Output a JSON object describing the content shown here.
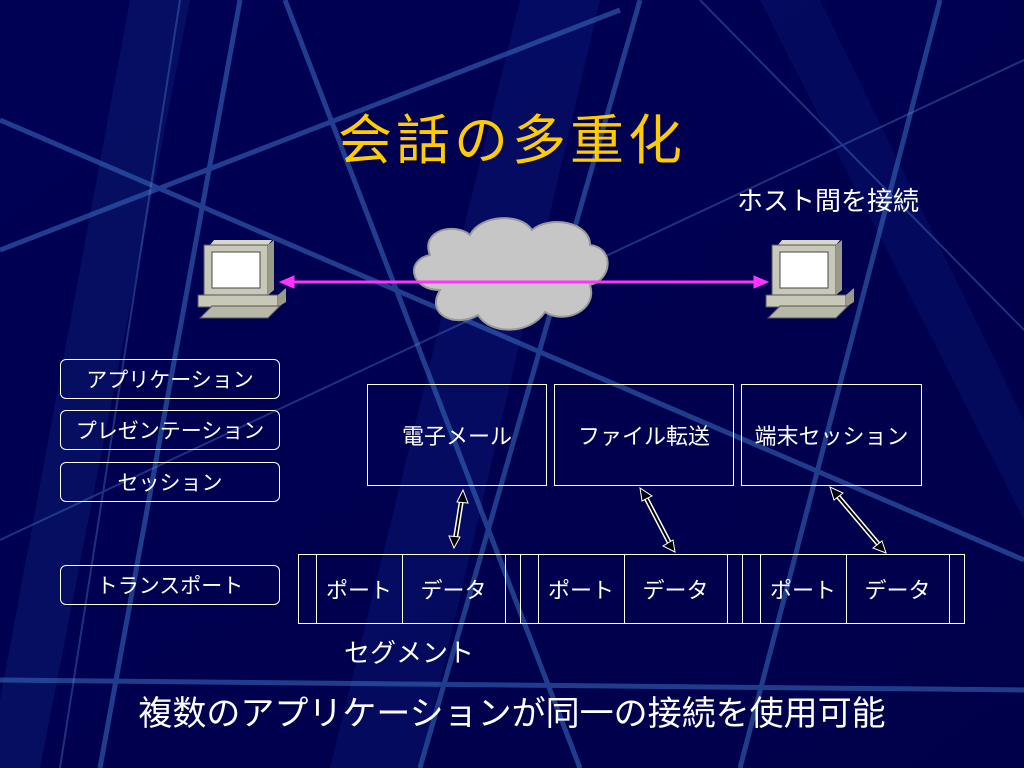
{
  "slide": {
    "title": "会話の多重化",
    "host_caption": "ホスト間を接続",
    "layers": [
      {
        "label": "アプリケーション"
      },
      {
        "label": "プレゼンテーション"
      },
      {
        "label": "セッション"
      },
      {
        "label": "トランスポート"
      }
    ],
    "applications": [
      {
        "label": "電子メール"
      },
      {
        "label": "ファイル転送"
      },
      {
        "label": "端末セッション"
      }
    ],
    "segments": [
      {
        "port": "ポート",
        "data": "データ"
      },
      {
        "port": "ポート",
        "data": "データ"
      },
      {
        "port": "ポート",
        "data": "データ"
      }
    ],
    "segment_label": "セグメント",
    "footer": "複数のアプリケーションが同一の接続を使用可能"
  },
  "colors": {
    "background": "#000066",
    "title": "#ffcc00",
    "connection_line": "#ff33ff",
    "cloud": "#c8c8c8",
    "text": "#ffffff"
  }
}
